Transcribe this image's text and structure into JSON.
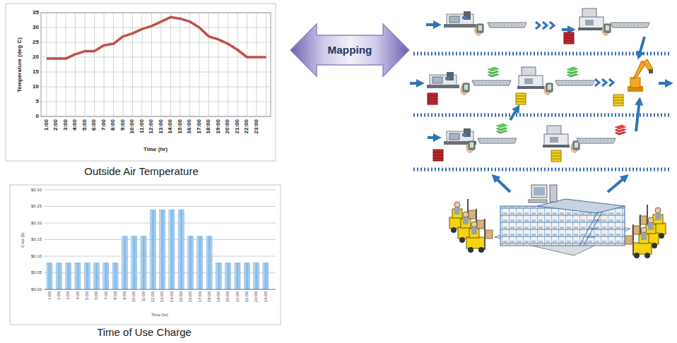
{
  "diagram": {
    "nodes": [
      {
        "text": [
          "Outside Air Temperature"
        ]
      },
      {
        "text": [
          "Time of Use Charge"
        ]
      },
      {
        "text": [
          "Mapping"
        ]
      }
    ],
    "labels": [
      "35",
      "30",
      "25",
      "20",
      "15",
      "10",
      "5",
      "0",
      "Temperature (deg C)",
      "1:00",
      "2:00",
      "3:00",
      "4:00",
      "5:00",
      "6:00",
      "7:00",
      "8:00",
      "9:00",
      "10:00",
      "11:00",
      "12:00",
      "13:00",
      "14:00",
      "15:00",
      "16:00",
      "17:00",
      "18:00",
      "19:00",
      "20:00",
      "21:00",
      "22:00",
      "23:00",
      "Time (hr)",
      "$0.30",
      "$0.25",
      "$0.20",
      "$0.15",
      "$0.10",
      "$0.05",
      "$0.00",
      "Cost ($)",
      "1:00",
      "2:00",
      "3:00",
      "4:00",
      "5:00",
      "6:00",
      "7:00",
      "8:00",
      "9:00",
      "10:00",
      "11:00",
      "12:00",
      "13:00",
      "14:00",
      "15:00",
      "16:00",
      "17:00",
      "18:00",
      "19:00",
      "20:00",
      "21:00",
      "22:00",
      "23:00",
      "24:00",
      "Time (hr)"
    ]
  }
}
